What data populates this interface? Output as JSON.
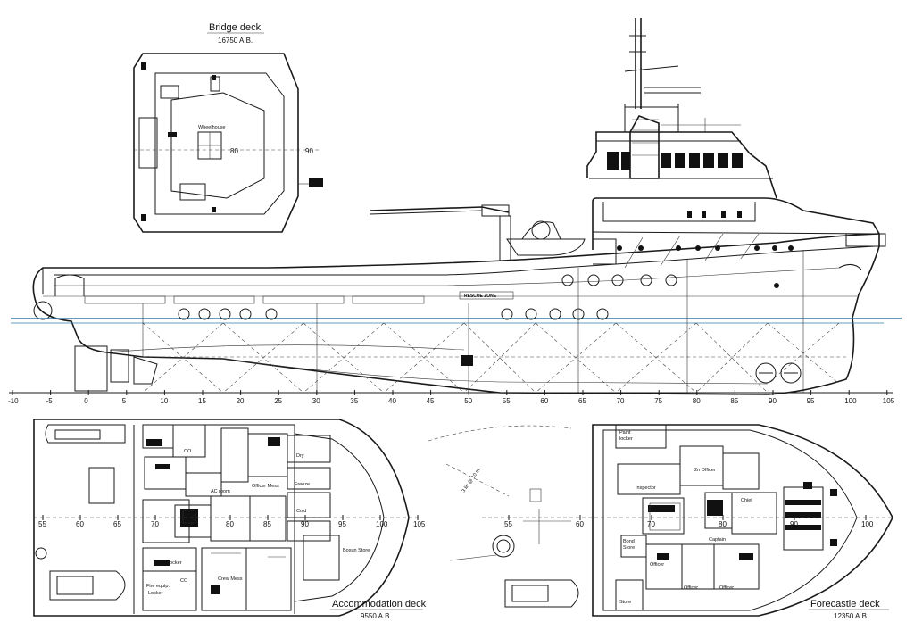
{
  "titles": {
    "bridge_deck": "Bridge deck",
    "bridge_deck_level": "16750 A.B.",
    "accommodation_deck": "Accommodation deck",
    "accommodation_deck_level": "9550 A.B.",
    "forecastle_deck": "Forecastle deck",
    "forecastle_deck_level": "12350 A.B."
  },
  "profile": {
    "frame_labels": [
      "-10",
      "-5",
      "0",
      "5",
      "10",
      "15",
      "20",
      "25",
      "30",
      "35",
      "40",
      "45",
      "50",
      "55",
      "60",
      "65",
      "70",
      "75",
      "80",
      "85",
      "90",
      "95",
      "100",
      "105"
    ],
    "rescue_zone": "RESCUE ZONE"
  },
  "bridge_plan": {
    "wheelhouse": "Wheelhouse",
    "frame_labels": [
      "80",
      "90"
    ]
  },
  "accommodation_plan": {
    "frame_labels": [
      "55",
      "60",
      "65",
      "70",
      "75",
      "80",
      "85",
      "90",
      "95",
      "100",
      "105"
    ],
    "rooms": {
      "ac_room": "AC room",
      "officer_mess": "Officer Mess",
      "dry": "Dry",
      "freeze": "Freeze",
      "cold": "Cold",
      "bosun_store": "Bosun Store",
      "co2_locker": "CO2 locker",
      "crew_mess": "Crew Mess",
      "fire_equip_locker_1": "Fire equip.",
      "fire_equip_locker_2": "Locker",
      "co_top": "CO",
      "co_bottom": "CO"
    }
  },
  "forecastle_plan": {
    "frame_labels": [
      "55",
      "60",
      "70",
      "80",
      "90",
      "100"
    ],
    "radius_note": "3 lin @ 10 m",
    "rooms": {
      "paint_locker_1": "Paint",
      "paint_locker_2": "locker",
      "inspector": "Inspector",
      "second_officer": "2n Officer",
      "chief": "Chief",
      "bond_store_1": "Bond",
      "bond_store_2": "Store",
      "captain": "Captain",
      "officer_1": "Officer",
      "officer_2": "Officer",
      "officer_3": "Officer",
      "store": "Store"
    }
  }
}
